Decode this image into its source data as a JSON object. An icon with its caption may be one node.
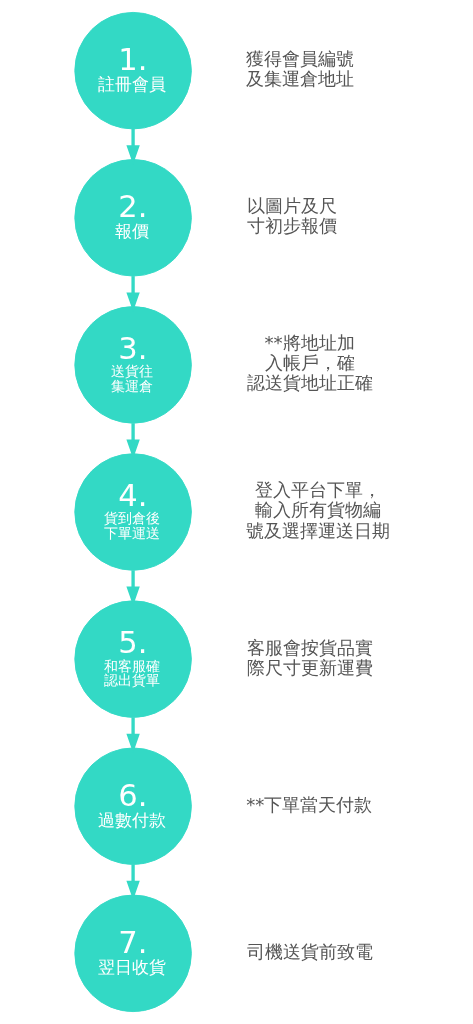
{
  "diagram": {
    "nodes": [
      {
        "text": [
          "1.",
          "註冊會員"
        ],
        "beside": [
          "獲得會員編號及集運倉地址"
        ]
      },
      {
        "text": [
          "2.",
          "報價"
        ],
        "beside": [
          "以圖片及尺寸初步報價"
        ]
      },
      {
        "text": [
          "3.",
          "送貨往集運倉"
        ],
        "beside": [
          "**將地址加入帳戶，確認送貨地址正確"
        ]
      },
      {
        "text": [
          "4.",
          "貨到倉後下單運送"
        ],
        "beside": [
          "登入平台下單，輸入所有貨物編號及選擇運送日期"
        ]
      },
      {
        "text": [
          "5.",
          "和客服確認出貨單"
        ],
        "beside": [
          "客服會按貨品實際尺寸更新運費"
        ]
      },
      {
        "text": [
          "6.",
          "過數付款"
        ],
        "beside": [
          "**下單當天付款"
        ]
      },
      {
        "text": [
          "7.",
          "翌日收貨"
        ],
        "beside": [
          "司機送貨前致電"
        ]
      }
    ],
    "edges": [
      {
        "from": 0,
        "to": 1,
        "arrow": "to"
      },
      {
        "from": 1,
        "to": 2,
        "arrow": "to"
      },
      {
        "from": 2,
        "to": 3,
        "arrow": "to"
      },
      {
        "from": 3,
        "to": 4,
        "arrow": "to"
      },
      {
        "from": 4,
        "to": 5,
        "arrow": "to"
      },
      {
        "from": 5,
        "to": 6,
        "arrow": "to"
      }
    ]
  }
}
